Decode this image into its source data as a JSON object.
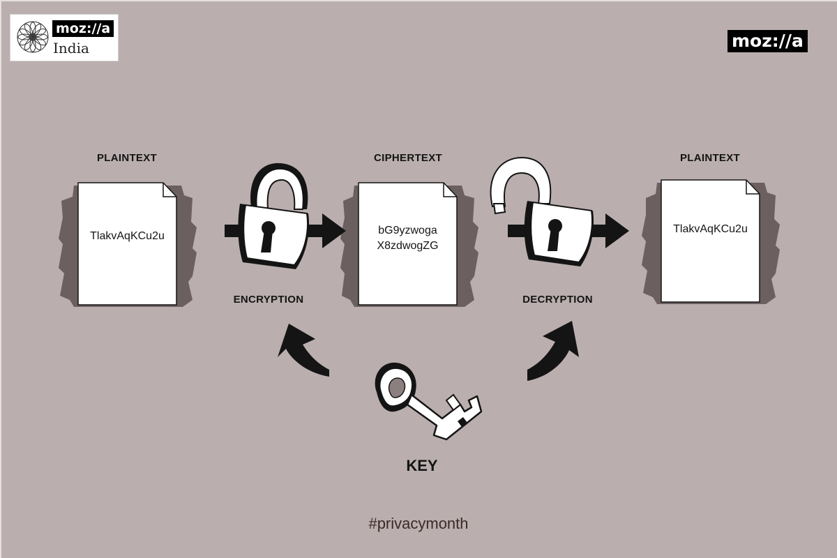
{
  "branding": {
    "badge_wordmark": "moz://a",
    "badge_subtitle": "India",
    "corner_wordmark": "moz://a"
  },
  "stages": {
    "plaintext_left_label": "PLAINTEXT",
    "ciphertext_label": "CIPHERTEXT",
    "plaintext_right_label": "PLAINTEXT",
    "encryption_label": "ENCRYPTION",
    "decryption_label": "DECRYPTION"
  },
  "documents": {
    "plaintext_left_text": "TlakvAqKCu2u",
    "ciphertext_line1": "bG9yzwoga",
    "ciphertext_line2": "X8zdwogZG",
    "plaintext_right_text": "TlakvAqKCu2u"
  },
  "key": {
    "label": "KEY"
  },
  "footer": {
    "hashtag": "#privacymonth"
  },
  "colors": {
    "background": "#baaeae",
    "shadow": "#6b5f5f",
    "ink": "#141414",
    "paper": "#ffffff"
  },
  "icons": [
    "flower-logo-icon",
    "document-icon",
    "padlock-closed-icon",
    "padlock-open-icon",
    "arrow-right-icon",
    "curved-arrow-icon",
    "key-icon"
  ]
}
